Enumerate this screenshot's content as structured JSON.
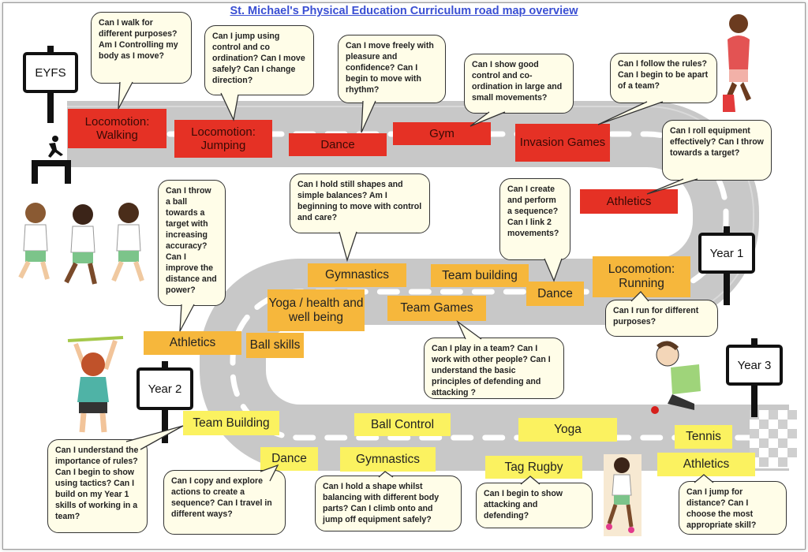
{
  "page_title": "St. Michael's Physical Education Curriculum road map overview",
  "signs": {
    "eyfs": "EYFS",
    "year1": "Year 1",
    "year2": "Year 2",
    "year3": "Year 3"
  },
  "eyfs_units": [
    "Locomotion: Walking",
    "Locomotion: Jumping",
    "Dance",
    "Gym",
    "Invasion Games",
    "Athletics"
  ],
  "year1_units": [
    "Gymnastics",
    "Team building",
    "Locomotion: Running",
    "Yoga / health and well being",
    "Team Games",
    "Dance",
    "Athletics",
    "Ball skills"
  ],
  "year2_units": [
    "Team Building",
    "Ball Control",
    "Dance",
    "Gymnastics"
  ],
  "year3_units": [
    "Yoga",
    "Tennis",
    "Tag Rugby",
    "Athletics"
  ],
  "bubbles": {
    "walking": "Can I walk for different purposes?\nAm I Controlling my body as I move?",
    "jumping": "Can I jump using control and co ordination? Can I move safely? Can I change direction?",
    "dance_eyfs": "Can I move freely with pleasure and confidence? Can I begin to move with rhythm?",
    "gym_eyfs": "Can I show good control and co-ordination in large and small movements?",
    "invasion": "Can I follow the rules? Can I begin to be apart of a team?",
    "athletics_eyfs": "Can I roll equipment effectively? Can I throw towards a target?",
    "athletics_y1": "Can I throw a ball towards a target with increasing accuracy? Can I improve the distance and power?",
    "gymnastics_y1": "Can I hold still shapes and simple balances? Am I beginning to move with control and care?",
    "dance_y1": "Can I create and perform a sequence? Can I link 2 movements?",
    "running": "Can I run for different purposes?",
    "teamgames": "Can I play in a team? Can I work with other people? Can I understand the basic principles of defending and attacking ?",
    "teambuilding_y2": "Can I understand the importance of rules? Can I begin to show using tactics? Can I build on my Year 1 skills of working in a team?",
    "dance_y2": "Can I copy and explore actions to create a sequence? Can I travel in different ways?",
    "gymnastics_y2": "Can I hold a shape whilst balancing with different body parts? Can I climb onto and jump off equipment safely?",
    "tagrugby": "Can I begin to show attacking and defending?",
    "athletics_y3": "Can I jump for distance? Can I choose the most appropriate skill?"
  },
  "colors": {
    "eyfs_label": "#e53125",
    "year1_label": "#f6b73c",
    "year2_3_label": "#fbf260",
    "road": "#c9c9c9",
    "title": "#3a4fd3"
  }
}
